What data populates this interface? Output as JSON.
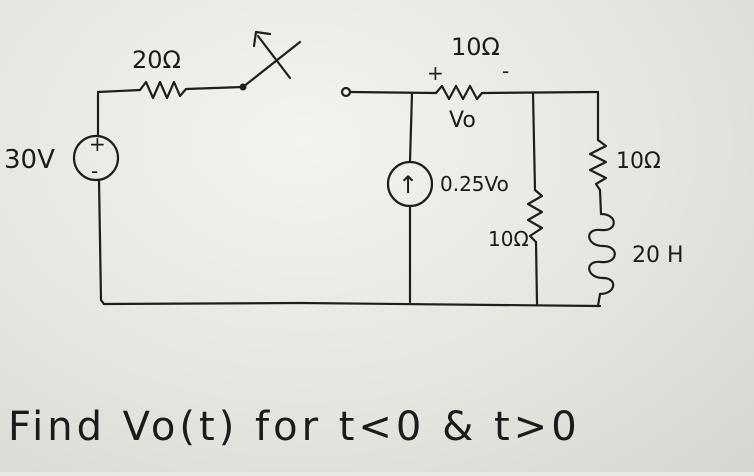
{
  "diagram": {
    "components": {
      "r_series_left": {
        "label": "20Ω"
      },
      "source_voltage": {
        "label": "30V",
        "plus": "+",
        "minus": "-"
      },
      "r_top": {
        "label": "10Ω",
        "plus": "+",
        "minus": "-",
        "vo_label": "Vo"
      },
      "current_source": {
        "label": "0.25Vo",
        "arrow": "↑"
      },
      "r_mid": {
        "label": "10Ω"
      },
      "r_right": {
        "label": "10Ω"
      },
      "inductor": {
        "label": "20 H"
      }
    },
    "question": "Find Vo(t) for t<0 & t>0"
  }
}
